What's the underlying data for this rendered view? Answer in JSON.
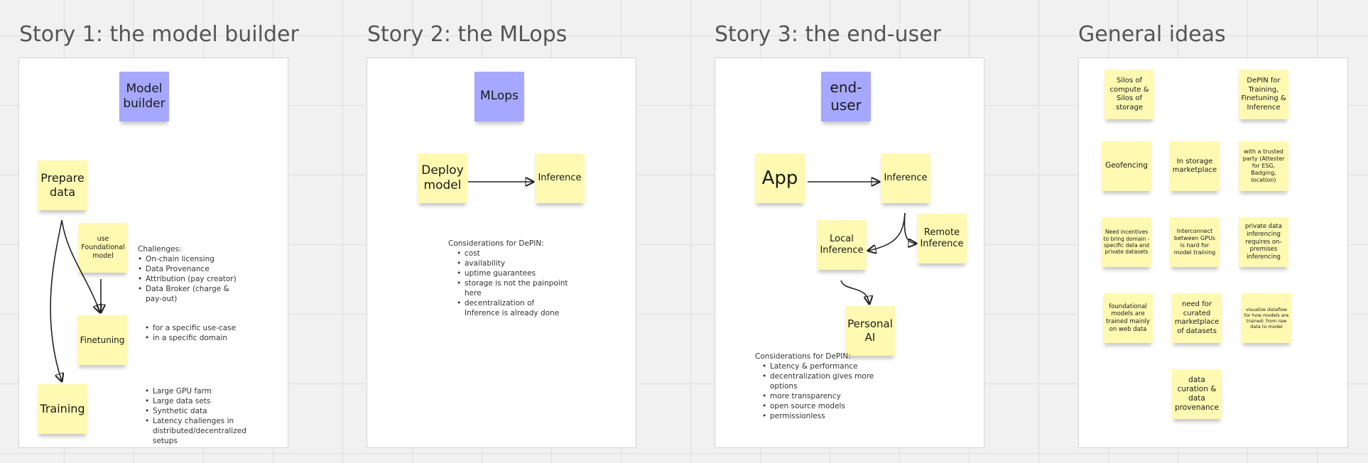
{
  "frames": [
    {
      "title": "Story 1: the model builder",
      "header": "Model builder",
      "stickies": {
        "prepare": "Prepare data",
        "foundational": "use Foundational model",
        "finetuning": "Finetuning",
        "training": "Training"
      },
      "challenges_heading": "Challenges:",
      "challenges": [
        "On-chain licensing",
        "Data Provenance",
        "Attribution (pay creator)",
        "Data Broker (charge & pay-out)"
      ],
      "finetune_notes": [
        "for a specific use-case",
        "in a specific domain"
      ],
      "training_notes": [
        "Large GPU farm",
        "Large data sets",
        "Synthetic data",
        "Latency challenges in distributed/decentralized setups"
      ]
    },
    {
      "title": "Story 2: the MLops",
      "header": "MLops",
      "stickies": {
        "deploy": "Deploy model",
        "inference": "Inference"
      },
      "considerations_heading": "Considerations for DePIN:",
      "considerations": [
        "cost",
        "availability",
        "uptime guarantees",
        "storage is not the painpoint here",
        "decentralization of Inference is already done"
      ]
    },
    {
      "title": "Story 3: the end-user",
      "header": "end-user",
      "stickies": {
        "app": "App",
        "inference": "Inference",
        "local": "Local Inference",
        "remote": "Remote Inference",
        "personal": "Personal AI"
      },
      "considerations_heading": "Considerations for DePIN:",
      "considerations": [
        "Latency & performance",
        "decentralization gives more options",
        "more transparency",
        "open source models",
        "permissionless"
      ]
    },
    {
      "title": "General ideas",
      "ideas": [
        "Silos of compute & Silos of storage",
        "DePIN for Training, Finetuning & Inference",
        "Geofencing",
        "In storage marketplace",
        "with a trusted party (Attester for ESG, Badging, location)",
        "Need incentives to bring domain -specific data and private datasets",
        "Interconnect between GPUs is hard for model training",
        "private data inferencing requires on-premises inferencing",
        "foundational models are trained mainly on web data",
        "need for curated marketplace of datasets",
        "visualize dataflow for how models are trained: from raw data to model",
        "data curation & data provenance"
      ]
    }
  ],
  "colors": {
    "canvas": "#f1f1f1",
    "frame": "#ffffff",
    "sticky_yellow": "#fff9b1",
    "sticky_blue": "#a6a8ff",
    "connector": "#222222"
  }
}
